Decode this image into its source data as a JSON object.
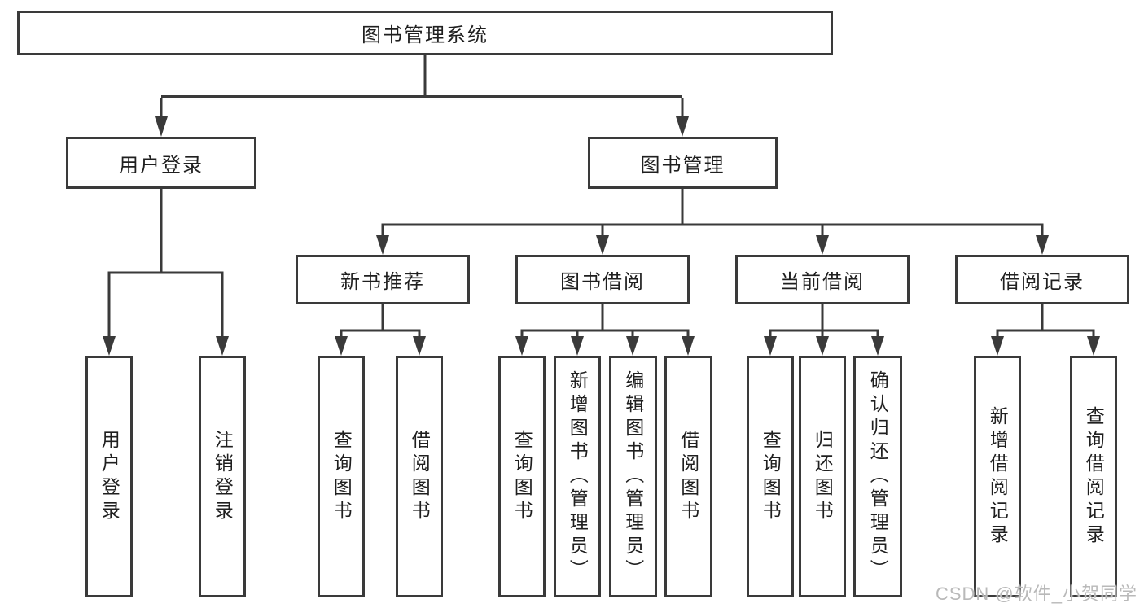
{
  "tree": {
    "root": {
      "label": "图书管理系统",
      "children": [
        {
          "label": "用户登录",
          "children": [
            {
              "label": "用户登录"
            },
            {
              "label": "注销登录"
            }
          ]
        },
        {
          "label": "图书管理",
          "children": [
            {
              "label": "新书推荐",
              "children": [
                {
                  "label": "查询图书"
                },
                {
                  "label": "借阅图书"
                }
              ]
            },
            {
              "label": "图书借阅",
              "children": [
                {
                  "label": "查询图书"
                },
                {
                  "label": "新增图书（管理员）"
                },
                {
                  "label": "编辑图书（管理员）"
                },
                {
                  "label": "借阅图书"
                }
              ]
            },
            {
              "label": "当前借阅",
              "children": [
                {
                  "label": "查询图书"
                },
                {
                  "label": "归还图书"
                },
                {
                  "label": "确认归还（管理员）"
                }
              ]
            },
            {
              "label": "借阅记录",
              "children": [
                {
                  "label": "新增借阅记录"
                },
                {
                  "label": "查询借阅记录"
                }
              ]
            }
          ]
        }
      ]
    }
  },
  "watermark": {
    "text": "CSDN @软件_小贺同学"
  },
  "colors": {
    "line": "#3a3a3a",
    "text": "#1f1f1f",
    "background": "#ffffff",
    "watermark": "#b9b9b9"
  }
}
